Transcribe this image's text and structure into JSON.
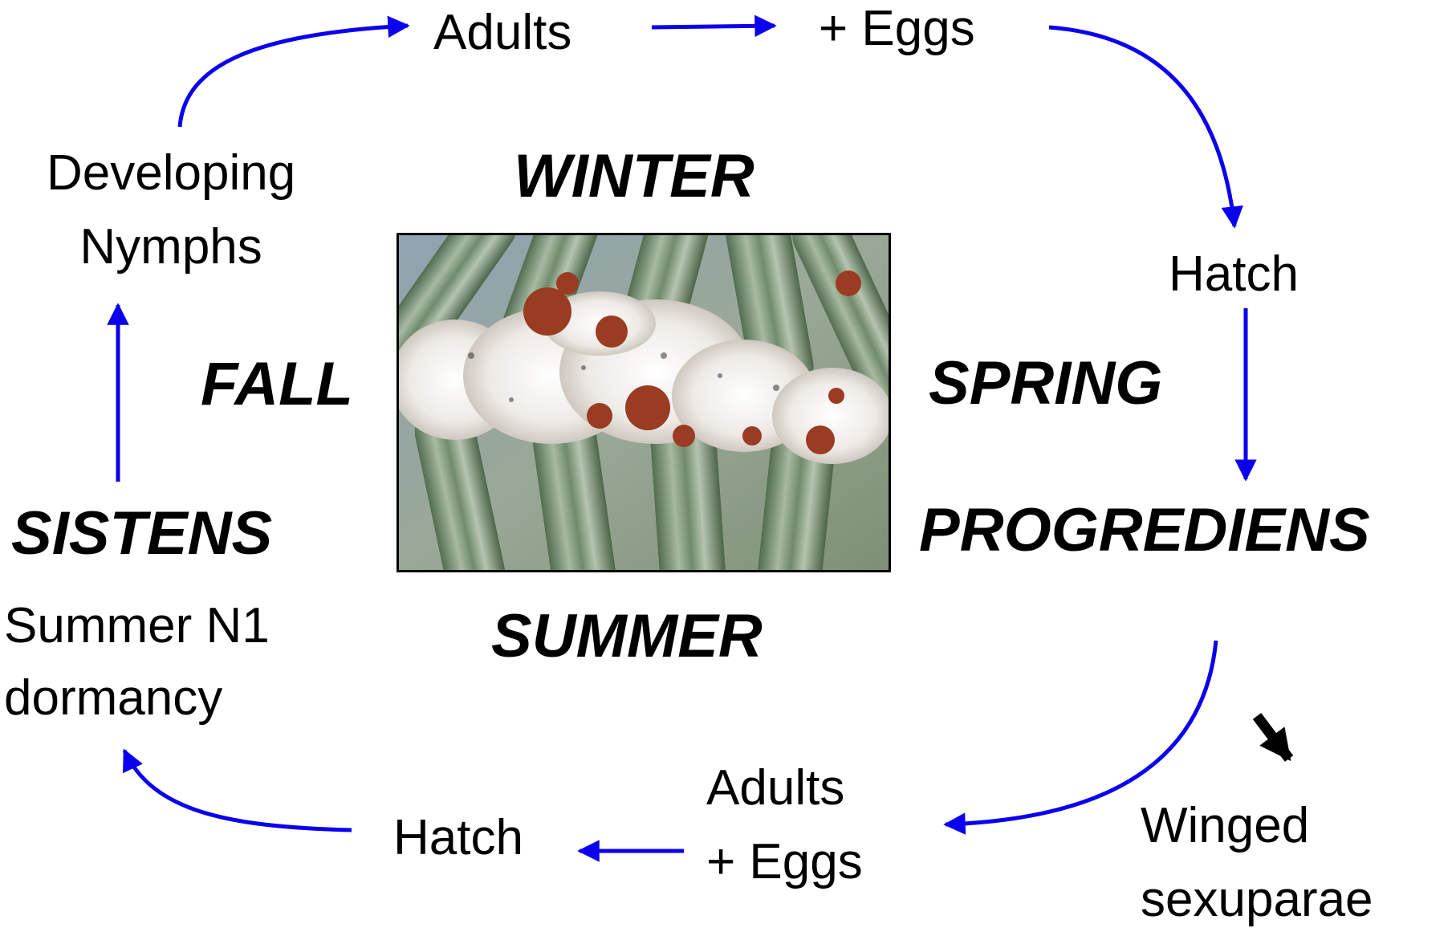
{
  "colors": {
    "arrow_blue": "#0a00ee",
    "arrow_black": "#000000",
    "text": "#000000",
    "needle_green": "#6f8a6a",
    "wool_white": "#eeeae6",
    "nymph_brown": "#9a3c22"
  },
  "icons": {
    "photo": "hemlock-woolly-adelgid-photo",
    "cycle_arrows": "arrow-right-icon",
    "sexuparae_arrow": "arrow-down-right-icon"
  },
  "seasons": {
    "winter": "WINTER",
    "spring": "SPRING",
    "summer": "SUMMER",
    "fall": "FALL"
  },
  "generations": {
    "sistens": "SISTENS",
    "progrediens": "PROGREDIENS"
  },
  "stages": {
    "adults_top": "Adults",
    "eggs_top": "+ Eggs",
    "hatch_right": "Hatch",
    "hatch_bottom": "Hatch",
    "adults_bottom_line1": "Adults",
    "adults_bottom_line2": "+ Eggs",
    "winged_line1": "Winged",
    "winged_line2": "sexuparae",
    "developing_line1": "Developing",
    "developing_line2": "Nymphs",
    "summer_line1": "Summer N1",
    "summer_line2": "dormancy"
  }
}
